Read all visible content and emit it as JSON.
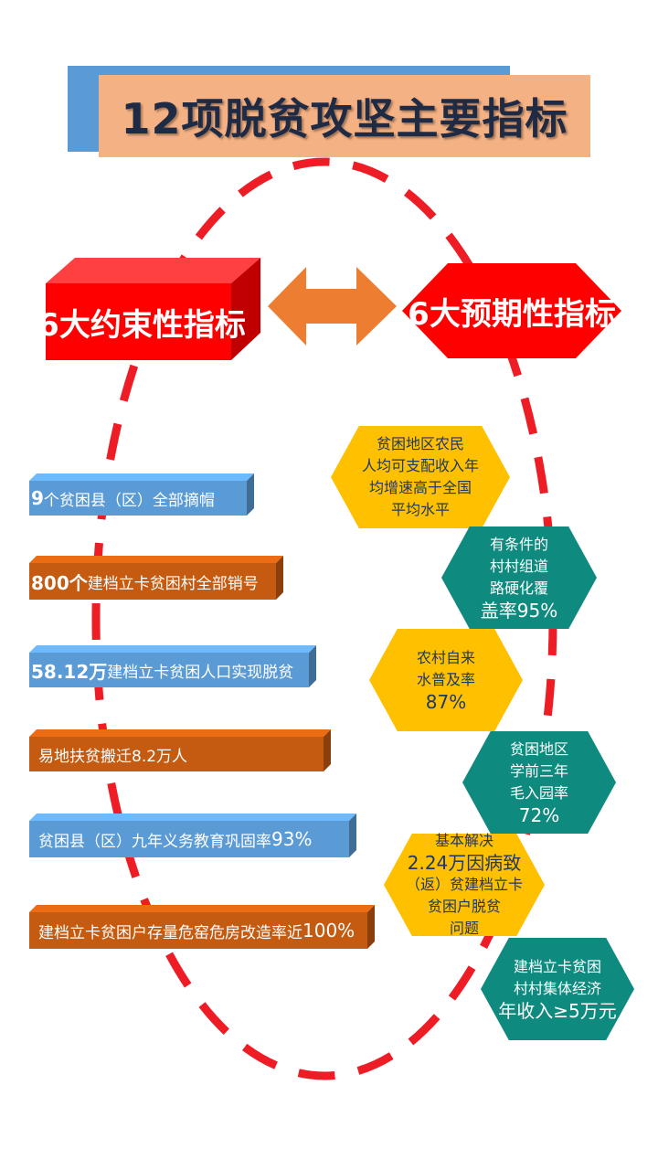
{
  "title": "12项脱贫攻坚主要指标",
  "left_header": "6大约束性指标",
  "right_header": "6大预期性指标",
  "colors": {
    "blue_bar": "#5b9bd5",
    "orange_bar": "#c55a11",
    "red": "#ff0000",
    "arrow": "#ed7d31",
    "yellow_hex": "#ffc000",
    "teal_hex": "#0f8a7f",
    "title_bg": "#f4b183"
  },
  "constraint_items": [
    {
      "strong": "9",
      "text": "个贫困县（区）全部摘帽",
      "tail": ""
    },
    {
      "strong": "800个",
      "text": "建档立卡贫困村全部销号",
      "tail": ""
    },
    {
      "strong": "58.12万",
      "text": "建档立卡贫困人口实现脱贫",
      "tail": ""
    },
    {
      "strong": "",
      "text": "易地扶贫搬迁8.2万人",
      "tail": ""
    },
    {
      "strong": "",
      "text": "贫困县（区）九年义务教育巩固率",
      "tail": "93%"
    },
    {
      "strong": "",
      "text": "建档立卡贫困户存量危窑危房改造率近",
      "tail": "100%"
    }
  ],
  "expected_items": [
    {
      "lines": [
        "贫困地区农民",
        "人均可支配收入年",
        "均增速高于全国",
        "平均水平"
      ]
    },
    {
      "lines": [
        "有条件的",
        "村村组道",
        "路硬化覆",
        "盖率95%"
      ]
    },
    {
      "lines": [
        "农村自来",
        "水普及率",
        "87%"
      ]
    },
    {
      "lines": [
        "贫困地区",
        "学前三年",
        "毛入园率",
        "72%"
      ]
    },
    {
      "lines": [
        "基本解决",
        "2.24万因病致",
        "（返）贫建档立卡",
        "贫困户脱贫",
        "问题"
      ]
    },
    {
      "lines": [
        "建档立卡贫困",
        "村村集体经济",
        "年收入≥5万元"
      ]
    }
  ]
}
